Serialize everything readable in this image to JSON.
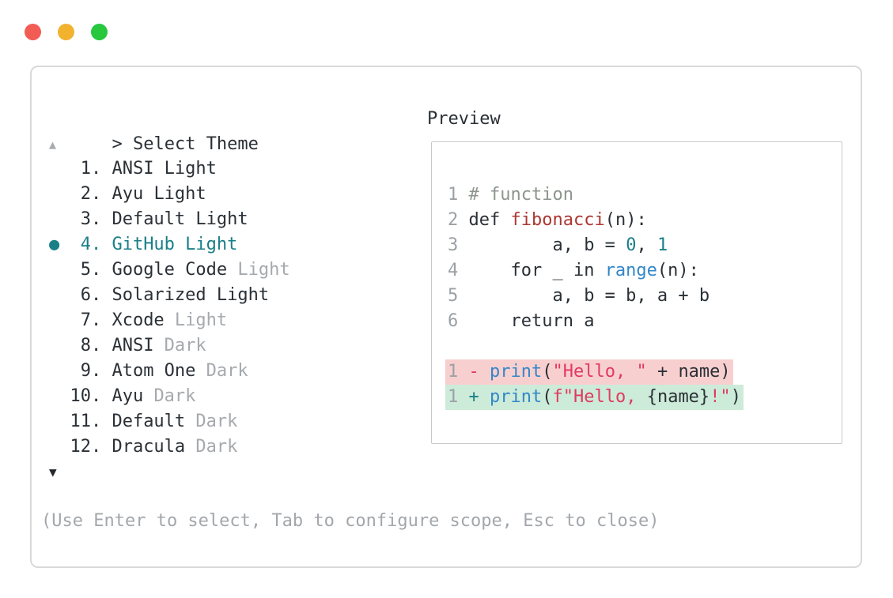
{
  "colors": {
    "accent_teal": "#1a7f87",
    "function_red": "#ac3732",
    "string_crimson": "#e03a60",
    "builtin_blue": "#3287c8",
    "comment_gray": "#8d958d",
    "muted_gray": "#a6a9ad",
    "removed_bg": "#f8cfcf",
    "added_bg": "#cdebd9",
    "traffic_red": "#f25c55",
    "traffic_yellow": "#f2b22e",
    "traffic_green": "#27c73e"
  },
  "prompt": {
    "caret": ">",
    "title": "Select Theme"
  },
  "theme_list": {
    "scroll_up_icon": "▲",
    "scroll_down_icon": "▼",
    "items": [
      {
        "bullet": "",
        "number": "1.",
        "name": "ANSI",
        "variant": "Light"
      },
      {
        "bullet": "",
        "number": "2.",
        "name": "Ayu",
        "variant": "Light"
      },
      {
        "bullet": "",
        "number": "3.",
        "name": "Default",
        "variant": "Light"
      },
      {
        "bullet": "●",
        "number": "4.",
        "name": "GitHub",
        "variant": "Light"
      },
      {
        "bullet": "",
        "number": "5.",
        "name": "Google Code",
        "variant": "Light"
      },
      {
        "bullet": "",
        "number": "6.",
        "name": "Solarized",
        "variant": "Light"
      },
      {
        "bullet": "",
        "number": "7.",
        "name": "Xcode",
        "variant": "Light"
      },
      {
        "bullet": "",
        "number": "8.",
        "name": "ANSI",
        "variant": "Dark"
      },
      {
        "bullet": "",
        "number": "9.",
        "name": "Atom One",
        "variant": "Dark"
      },
      {
        "bullet": "",
        "number": "10.",
        "name": "Ayu",
        "variant": "Dark"
      },
      {
        "bullet": "",
        "number": "11.",
        "name": "Default",
        "variant": "Dark"
      },
      {
        "bullet": "",
        "number": "12.",
        "name": "Dracula",
        "variant": "Dark"
      }
    ]
  },
  "preview": {
    "label": "Preview",
    "code_lines": [
      {
        "segments": [
          {
            "t": "1 ",
            "c": "ln"
          },
          {
            "t": "# function",
            "c": "comment"
          }
        ]
      },
      {
        "segments": [
          {
            "t": "2 ",
            "c": "ln"
          },
          {
            "t": "def ",
            "c": "fg"
          },
          {
            "t": "fibonacci",
            "c": "func"
          },
          {
            "t": "(n):",
            "c": "fg"
          }
        ]
      },
      {
        "segments": [
          {
            "t": "3 ",
            "c": "ln"
          },
          {
            "t": "        a, b = ",
            "c": "fg"
          },
          {
            "t": "0",
            "c": "num"
          },
          {
            "t": ", ",
            "c": "fg"
          },
          {
            "t": "1",
            "c": "num"
          }
        ]
      },
      {
        "segments": [
          {
            "t": "4 ",
            "c": "ln"
          },
          {
            "t": "    for _ in ",
            "c": "fg"
          },
          {
            "t": "range",
            "c": "builtin"
          },
          {
            "t": "(n):",
            "c": "fg"
          }
        ]
      },
      {
        "segments": [
          {
            "t": "5 ",
            "c": "ln"
          },
          {
            "t": "        a, b = b, a + b",
            "c": "fg"
          }
        ]
      },
      {
        "segments": [
          {
            "t": "6 ",
            "c": "ln"
          },
          {
            "t": "    return a",
            "c": "fg"
          }
        ]
      }
    ],
    "diff_removed": {
      "segments": [
        {
          "t": "1 ",
          "c": "ln"
        },
        {
          "t": "- ",
          "c": "str"
        },
        {
          "t": "print",
          "c": "builtin"
        },
        {
          "t": "(",
          "c": "fg"
        },
        {
          "t": "\"Hello, \"",
          "c": "str"
        },
        {
          "t": " + name)",
          "c": "fg"
        }
      ]
    },
    "diff_added": {
      "segments": [
        {
          "t": "1 ",
          "c": "ln"
        },
        {
          "t": "+ ",
          "c": "num"
        },
        {
          "t": "print",
          "c": "builtin"
        },
        {
          "t": "(",
          "c": "fg"
        },
        {
          "t": "f\"Hello, ",
          "c": "str"
        },
        {
          "t": "{name}",
          "c": "fg"
        },
        {
          "t": "!\"",
          "c": "str"
        },
        {
          "t": ")",
          "c": "fg"
        }
      ]
    }
  },
  "hint": {
    "text": "(Use Enter to select, Tab to configure scope, Esc to close)"
  }
}
